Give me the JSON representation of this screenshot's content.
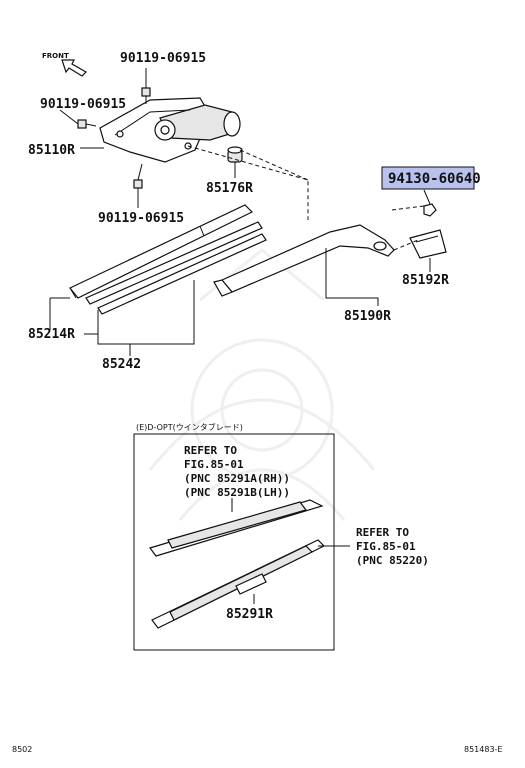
{
  "diagram": {
    "front_label": "FRONT",
    "labels": {
      "p90119_top": "90119-06915",
      "p90119_left": "90119-06915",
      "p90119_bottom": "90119-06915",
      "p85110": "85110R",
      "p85176": "85176R",
      "p94130": "94130-60640",
      "p85192": "85192R",
      "p85190": "85190R",
      "p85214": "85214R",
      "p85242": "85242",
      "p85291": "85291R"
    },
    "highlight_color": "#b9c2ee",
    "option_box": {
      "title": "(E)D-OPT(ウインタブレード)",
      "refer_a": [
        "REFER TO",
        "FIG.85-01",
        "(PNC 85291A(RH))",
        "(PNC 85291B(LH))"
      ],
      "refer_b": [
        "REFER TO",
        "FIG.85-01",
        "(PNC 85220)"
      ]
    },
    "footer": {
      "left": "8502",
      "right": "851483-E"
    }
  }
}
